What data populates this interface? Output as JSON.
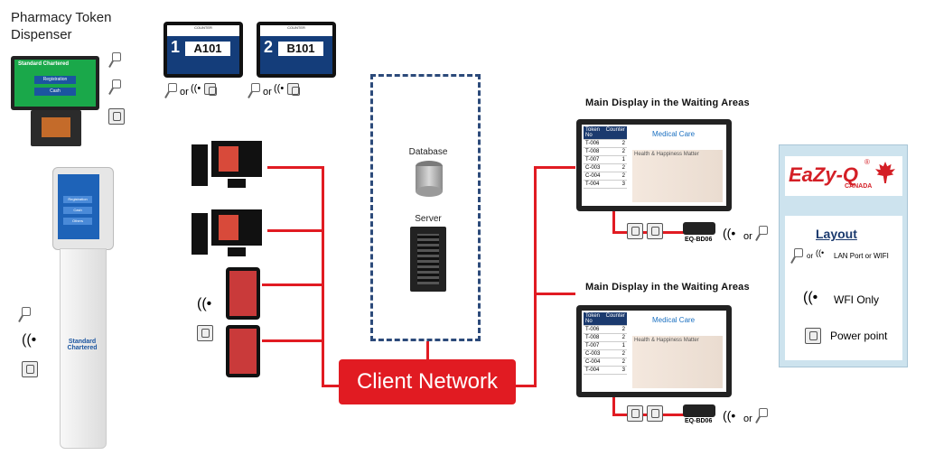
{
  "dispenser": {
    "title_line1": "Pharmacy Token",
    "title_line2": "Dispenser",
    "screen_brand": "Standard Chartered",
    "btn1": "Registration",
    "btn2": "Cash"
  },
  "kiosk": {
    "brand_line1": "Standard",
    "brand_line2": "Chartered",
    "btn1": "Registration",
    "btn2": "Cash",
    "btn3": "Others"
  },
  "counters": [
    {
      "number": "1",
      "token": "A101"
    },
    {
      "number": "2",
      "token": "B101"
    }
  ],
  "connector_or": "or",
  "server": {
    "database_label": "Database",
    "server_label": "Server"
  },
  "network": {
    "label": "Client Network"
  },
  "displays": [
    {
      "title": "Main Display in the Waiting Areas",
      "device": "EQ-BD06"
    },
    {
      "title": "Main Display in the Waiting Areas",
      "device": "EQ-BD06"
    }
  ],
  "display_table": {
    "headers": [
      "Token No",
      "Counter"
    ],
    "rows": [
      [
        "T-006",
        "2"
      ],
      [
        "T-008",
        "2"
      ],
      [
        "T-007",
        "1"
      ],
      [
        "C-003",
        "2"
      ],
      [
        "C-004",
        "2"
      ],
      [
        "T-004",
        "3"
      ]
    ],
    "banner": "Medical Care",
    "ad_text": "Health & Happiness Matter"
  },
  "legend": {
    "brand": "EaZy-Q",
    "country": "CANADA",
    "title": "Layout",
    "item1": "LAN Port or WIFI",
    "item2": "WFI Only",
    "item3": "Power point",
    "or": "or"
  },
  "colors": {
    "network": "#e11b22",
    "dash": "#2c4a7a",
    "legend_bg": "#cde3ee",
    "brand_blue": "#1b3a6e"
  }
}
